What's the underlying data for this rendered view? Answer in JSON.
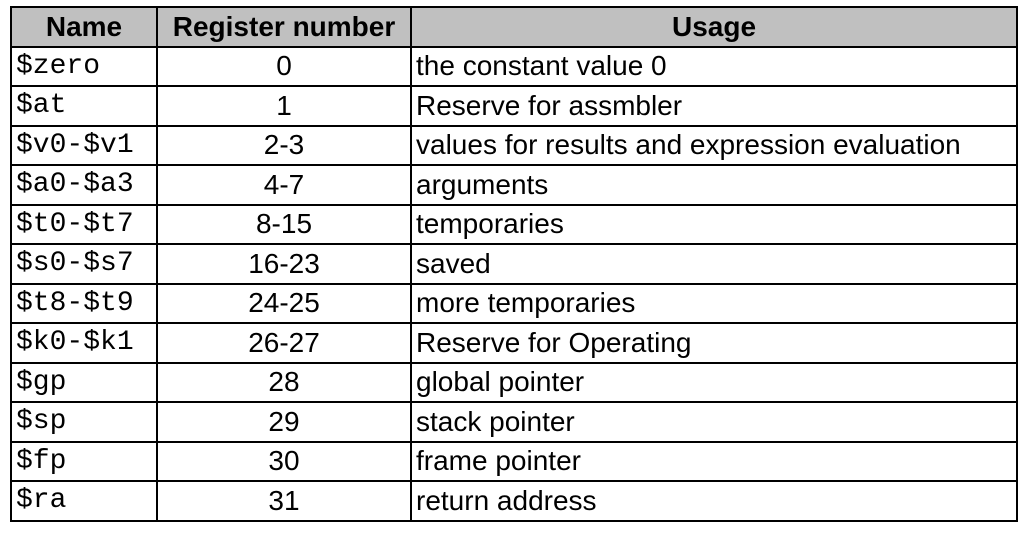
{
  "table": {
    "headers": [
      "Name",
      "Register number",
      "Usage"
    ],
    "rows": [
      {
        "name": "$zero",
        "number": "0",
        "usage": "the constant value 0"
      },
      {
        "name": "$at",
        "number": "1",
        "usage": "Reserve for assmbler"
      },
      {
        "name": "$v0-$v1",
        "number": "2-3",
        "usage": "values for results and expression evaluation"
      },
      {
        "name": "$a0-$a3",
        "number": "4-7",
        "usage": "arguments"
      },
      {
        "name": "$t0-$t7",
        "number": "8-15",
        "usage": "temporaries"
      },
      {
        "name": "$s0-$s7",
        "number": "16-23",
        "usage": "saved"
      },
      {
        "name": "$t8-$t9",
        "number": "24-25",
        "usage": "more temporaries"
      },
      {
        "name": "$k0-$k1",
        "number": "26-27",
        "usage": "Reserve for Operating"
      },
      {
        "name": "$gp",
        "number": "28",
        "usage": "global pointer"
      },
      {
        "name": "$sp",
        "number": "29",
        "usage": "stack pointer"
      },
      {
        "name": "$fp",
        "number": "30",
        "usage": "frame pointer"
      },
      {
        "name": "$ra",
        "number": "31",
        "usage": "return address"
      }
    ]
  },
  "colors": {
    "header_background": "#c0c0c0",
    "border": "#000000",
    "text": "#000000"
  }
}
